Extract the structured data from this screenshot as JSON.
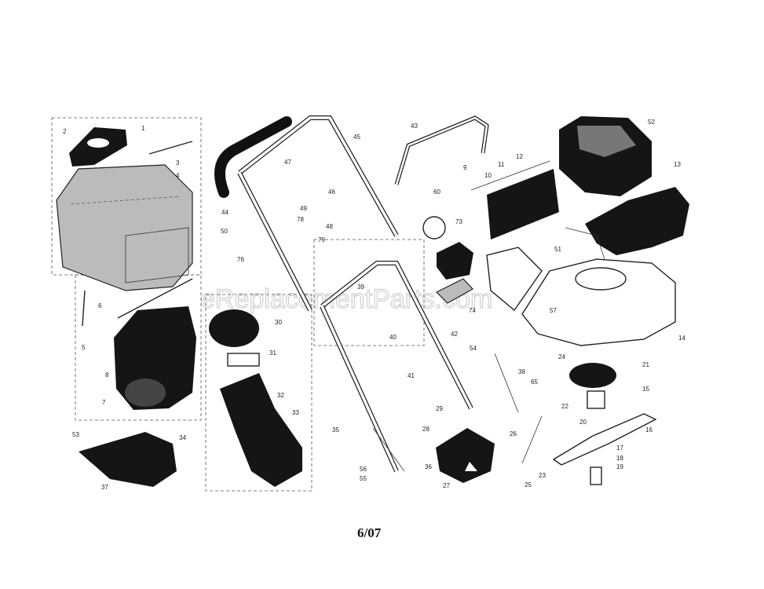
{
  "watermark": "eReplacementParts.com",
  "footer": {
    "date": "6/07"
  },
  "callouts": [
    "1",
    "2",
    "3",
    "4",
    "5",
    "6",
    "7",
    "8",
    "9",
    "10",
    "11",
    "12",
    "13",
    "14",
    "15",
    "16",
    "17",
    "18",
    "19",
    "20",
    "21",
    "22",
    "23",
    "24",
    "25",
    "26",
    "27",
    "28",
    "29",
    "30",
    "31",
    "32",
    "33",
    "34",
    "35",
    "36",
    "37",
    "38",
    "39",
    "40",
    "41",
    "42",
    "43",
    "44",
    "45",
    "46",
    "47",
    "48",
    "49",
    "50",
    "51",
    "52",
    "53",
    "54",
    "55",
    "56",
    "57",
    "60",
    "65",
    "73",
    "74",
    "76",
    "78",
    "79"
  ]
}
